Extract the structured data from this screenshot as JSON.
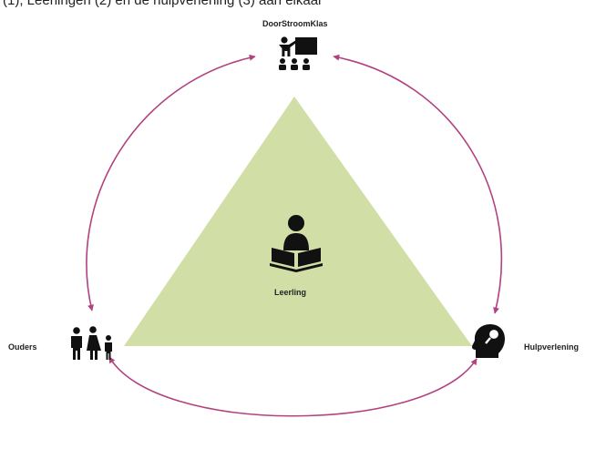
{
  "header_fragment": "(1), Leerlingen (2) en de hulpverlening (3) aan elkaar",
  "nodes": {
    "top": "DoorStroomKlas",
    "center": "Leerling",
    "left": "Ouders",
    "right": "Hulpverlening"
  },
  "icons": {
    "top": "classroom-teacher-icon",
    "center": "student-reading-icon",
    "left": "family-icon",
    "right": "head-magnifier-icon"
  },
  "colors": {
    "triangle_fill": "#d1dea6",
    "arrow": "#b2417f",
    "icon": "#111111"
  }
}
